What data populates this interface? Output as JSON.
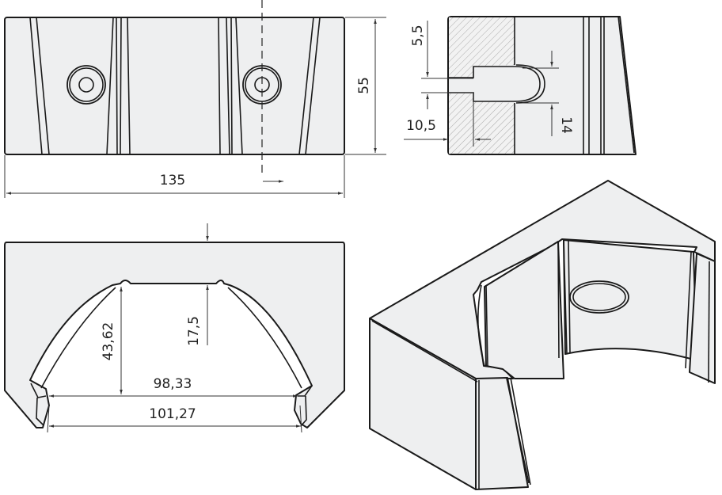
{
  "drawing": {
    "type": "technical-drawing",
    "views": {
      "front": {
        "dim_width": "135",
        "dim_height": "55"
      },
      "section": {
        "dim_top": "5,5",
        "dim_left": "10,5",
        "dim_right": "14"
      },
      "top": {
        "dim_depth": "17,5",
        "dim_height": "43,62",
        "dim_inner_width": "98,33",
        "dim_outer_width": "101,27"
      },
      "isometric": {
        "label": ""
      }
    },
    "colors": {
      "part_fill": "#eeeff0",
      "line": "#1a1a1a",
      "hatch": "#999999"
    }
  }
}
